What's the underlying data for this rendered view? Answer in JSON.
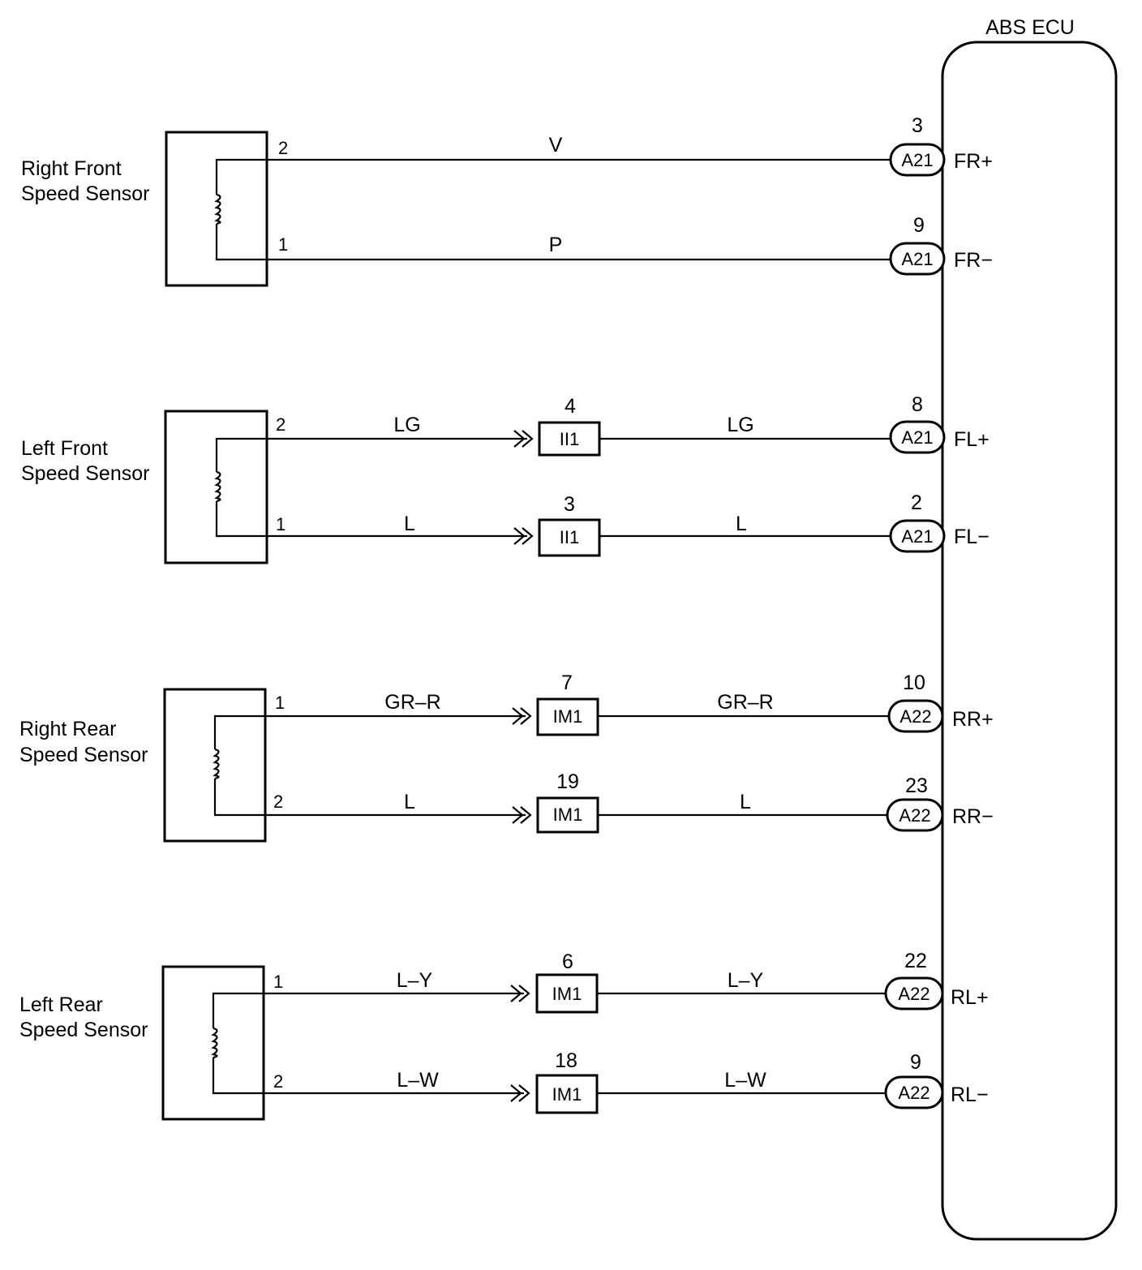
{
  "ecu": {
    "title": "ABS ECU"
  },
  "sensors": [
    {
      "name_line1": "Right Front",
      "name_line2": "Speed Sensor",
      "wires": [
        {
          "pin": "2",
          "color": "V",
          "inline": null,
          "ecu_connector": "A21",
          "ecu_pin": "3",
          "ecu_signal": "FR+"
        },
        {
          "pin": "1",
          "color": "P",
          "inline": null,
          "ecu_connector": "A21",
          "ecu_pin": "9",
          "ecu_signal": "FR−"
        }
      ]
    },
    {
      "name_line1": "Left Front",
      "name_line2": "Speed Sensor",
      "wires": [
        {
          "pin": "2",
          "color": "LG",
          "inline": {
            "connector": "II1",
            "pin": "4",
            "color_out": "LG"
          },
          "ecu_connector": "A21",
          "ecu_pin": "8",
          "ecu_signal": "FL+"
        },
        {
          "pin": "1",
          "color": "L",
          "inline": {
            "connector": "II1",
            "pin": "3",
            "color_out": "L"
          },
          "ecu_connector": "A21",
          "ecu_pin": "2",
          "ecu_signal": "FL−"
        }
      ]
    },
    {
      "name_line1": "Right Rear",
      "name_line2": "Speed Sensor",
      "wires": [
        {
          "pin": "1",
          "color": "GR–R",
          "inline": {
            "connector": "IM1",
            "pin": "7",
            "color_out": "GR–R"
          },
          "ecu_connector": "A22",
          "ecu_pin": "10",
          "ecu_signal": "RR+"
        },
        {
          "pin": "2",
          "color": "L",
          "inline": {
            "connector": "IM1",
            "pin": "19",
            "color_out": "L"
          },
          "ecu_connector": "A22",
          "ecu_pin": "23",
          "ecu_signal": "RR−"
        }
      ]
    },
    {
      "name_line1": "Left Rear",
      "name_line2": "Speed Sensor",
      "wires": [
        {
          "pin": "1",
          "color": "L–Y",
          "inline": {
            "connector": "IM1",
            "pin": "6",
            "color_out": "L–Y"
          },
          "ecu_connector": "A22",
          "ecu_pin": "22",
          "ecu_signal": "RL+"
        },
        {
          "pin": "2",
          "color": "L–W",
          "inline": {
            "connector": "IM1",
            "pin": "18",
            "color_out": "L–W"
          },
          "ecu_connector": "A22",
          "ecu_pin": "9",
          "ecu_signal": "RL−"
        }
      ]
    }
  ]
}
